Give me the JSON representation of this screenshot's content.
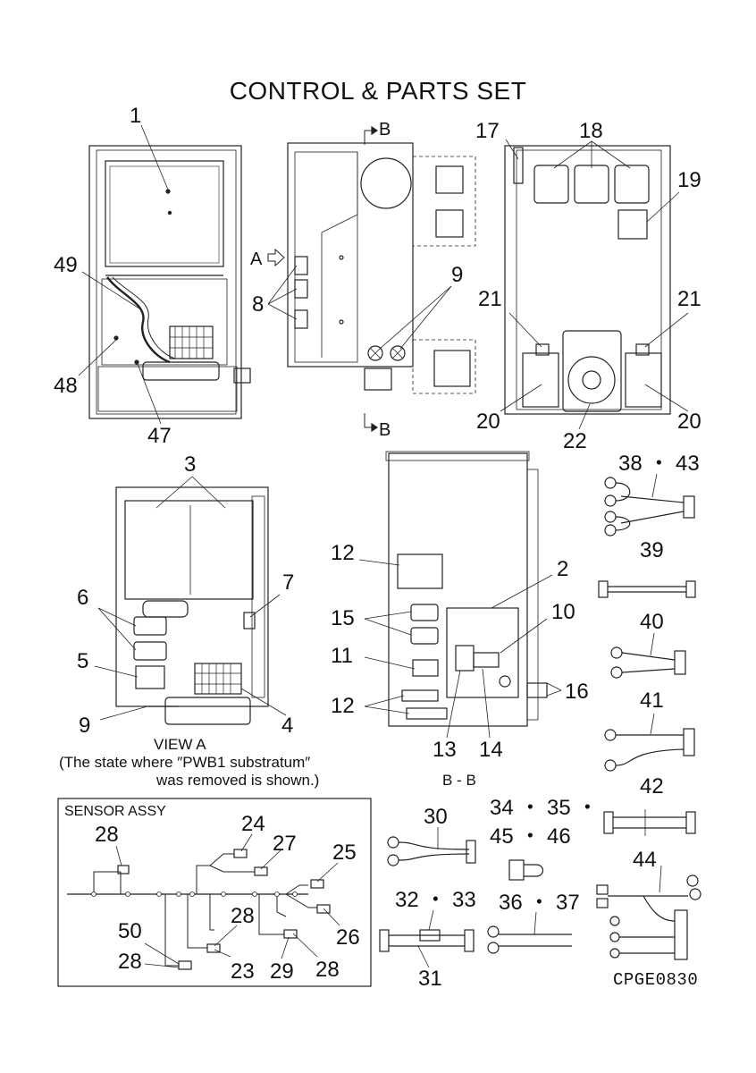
{
  "title": "CONTROL & PARTS SET",
  "view_a_caption": "VIEW A",
  "view_a_note_line1": "(The state where ″PWB1 substratum″",
  "view_a_note_line2": "was removed is shown.)",
  "section_bb_caption": "B - B",
  "section_marker": "B",
  "view_marker": "A",
  "sensor_assy_label": "SENSOR ASSY",
  "drawing_code": "CPGE0830",
  "callouts": {
    "c1": "1",
    "c2": "2",
    "c3": "3",
    "c4": "4",
    "c5": "5",
    "c6": "6",
    "c7": "7",
    "c8": "8",
    "c9a": "9",
    "c9b": "9",
    "c10": "10",
    "c11": "11",
    "c12a": "12",
    "c12b": "12",
    "c13": "13",
    "c14": "14",
    "c15": "15",
    "c16": "16",
    "c17": "17",
    "c18": "18",
    "c19": "19",
    "c20a": "20",
    "c20b": "20",
    "c21a": "21",
    "c21b": "21",
    "c22": "22",
    "c23": "23",
    "c24": "24",
    "c25": "25",
    "c26": "26",
    "c27": "27",
    "c28a": "28",
    "c28b": "28",
    "c28c": "28",
    "c28d": "28",
    "c29": "29",
    "c30": "30",
    "c31": "31",
    "c32_33": "32 ・ 33",
    "c34_35": "34 ・ 35 ・",
    "c45_46": "45 ・ 46",
    "c36_37": "36 ・ 37",
    "c38_43": "38 ・ 43",
    "c39": "39",
    "c40": "40",
    "c41": "41",
    "c42": "42",
    "c44": "44",
    "c47": "47",
    "c48": "48",
    "c49": "49",
    "c50": "50"
  }
}
